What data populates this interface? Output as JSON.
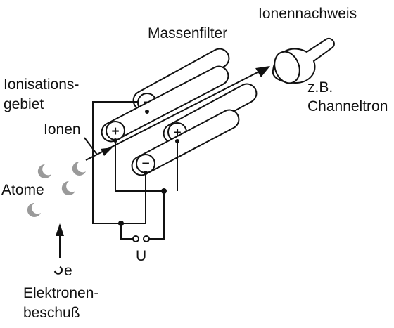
{
  "labels": {
    "massenfilter": "Massenfilter",
    "ionennachweis": "Ionennachweis",
    "ionisationsgebiet_line1": "Ionisations-",
    "ionisationsgebiet_line2": "gebiet",
    "ionen": "Ionen",
    "atome": "Atome",
    "zb": "z.B.",
    "channeltron": "Channeltron",
    "voltage": "U",
    "electron": "e⁻",
    "elektronenbeschuss_line1": "Elektronen-",
    "elektronenbeschuss_line2": "beschuß"
  },
  "rod_symbols": {
    "top": "−",
    "left": "+",
    "right": "+",
    "bottom": "−"
  },
  "colors": {
    "ink": "#111111",
    "atom": "#9a9a9a",
    "background": "#ffffff"
  }
}
